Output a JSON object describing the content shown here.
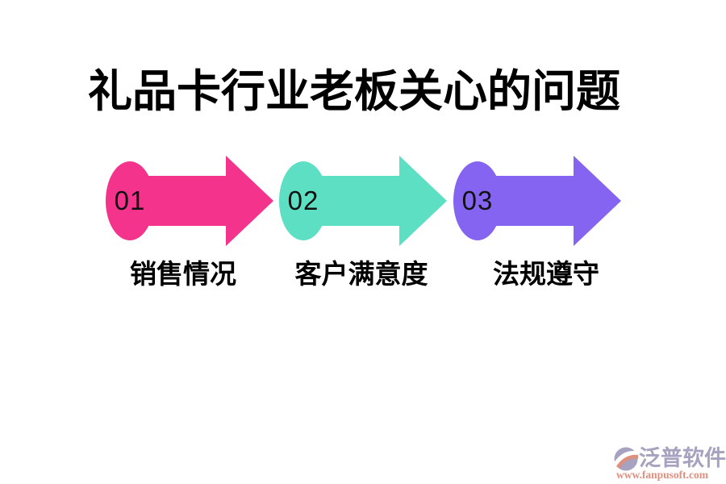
{
  "title": "礼品卡行业老板关心的问题",
  "steps": [
    {
      "number": "01",
      "label": "销售情况",
      "color": "#F4338C"
    },
    {
      "number": "02",
      "label": "客户满意度",
      "color": "#5CDFC2"
    },
    {
      "number": "03",
      "label": "法规遵守",
      "color": "#8464F0"
    }
  ],
  "number_color": "#111111",
  "text_color": "#000000",
  "background": "#FFFFFF",
  "footer": {
    "brand": "泛普软件",
    "url": "www.fanpusoft.com",
    "brand_color": "#A6A2BF",
    "url_color": "#DE8F7E"
  }
}
